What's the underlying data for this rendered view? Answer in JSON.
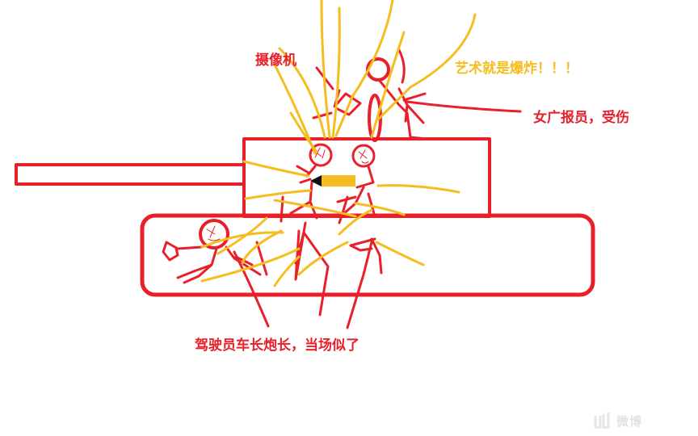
{
  "labels": {
    "camera": "摄像机",
    "art": "艺术就是爆炸！！！",
    "reporter": "女广报员，受伤",
    "crew": "驾驶员车长炮长，当场似了"
  },
  "watermark": {
    "text": "微博"
  },
  "colors": {
    "red": "#e8202a",
    "yellow": "#f5bd1f",
    "black": "#111111",
    "background": "#ffffff"
  }
}
